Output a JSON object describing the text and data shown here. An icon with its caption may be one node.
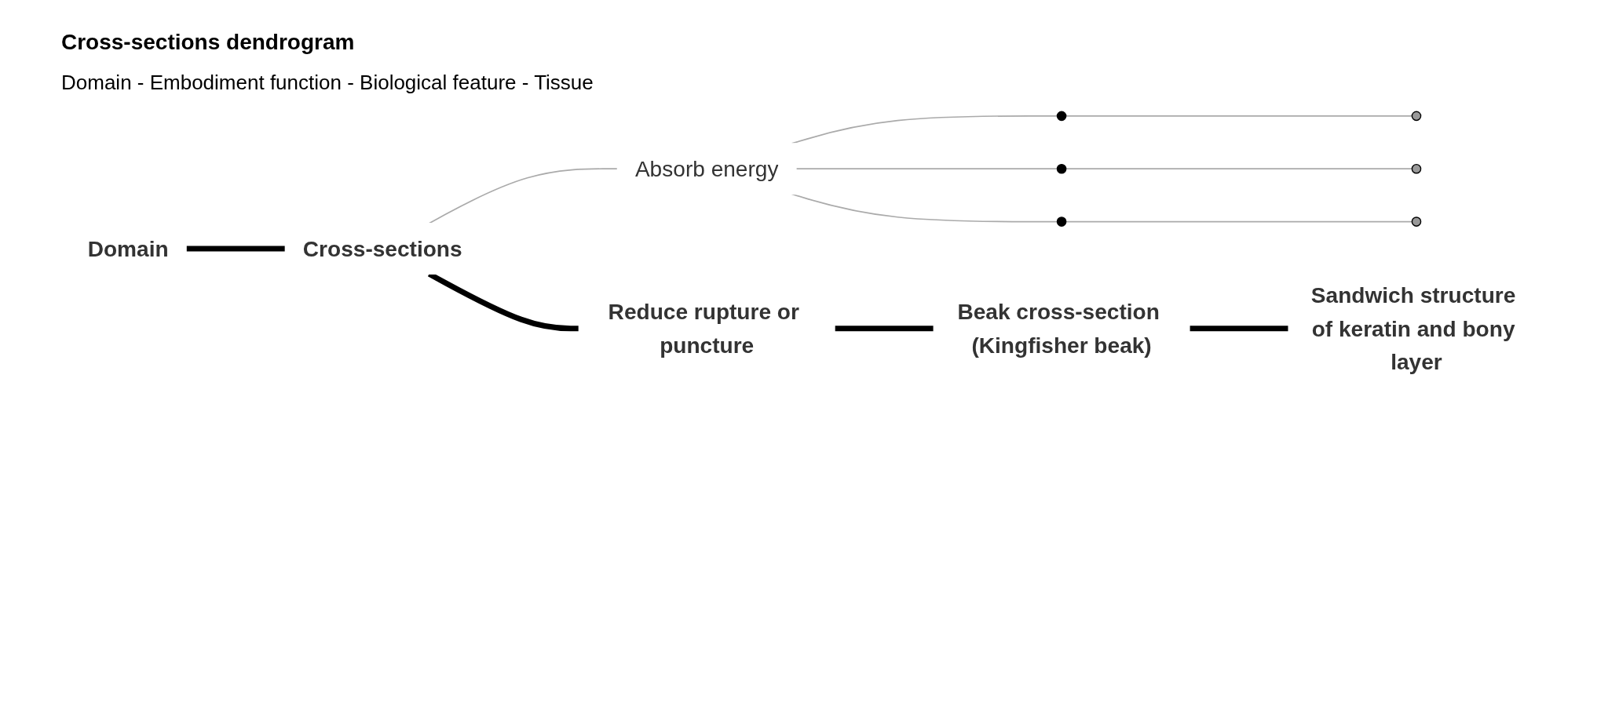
{
  "diagram": {
    "title": "Cross-sections dendrogram",
    "nodes": [
      {
        "text": [
          "Domain"
        ]
      },
      {
        "text": [
          "Cross-sections"
        ]
      },
      {
        "text": [
          "Absorb energy"
        ]
      },
      {
        "text": [],
        "shape": "circle"
      },
      {
        "text": [],
        "shape": "circle"
      },
      {
        "text": [],
        "shape": "circle"
      },
      {
        "text": [],
        "shape": "circle"
      },
      {
        "text": [],
        "shape": "circle"
      },
      {
        "text": [],
        "shape": "circle"
      },
      {
        "text": [
          "Reduce rupture or puncture"
        ]
      },
      {
        "text": [
          "Beak cross-section (Kingfisher beak)"
        ]
      },
      {
        "text": [
          "Sandwich structure of keratin and bony layer"
        ]
      }
    ],
    "edges": [
      {
        "from": 0,
        "to": 1,
        "arrow": "none",
        "style": "thick",
        "color": "#000000"
      },
      {
        "from": 1,
        "to": 2,
        "arrow": "none"
      },
      {
        "from": 1,
        "to": 9,
        "arrow": "none",
        "style": "thick",
        "color": "#000000"
      },
      {
        "from": 2,
        "to": 3,
        "arrow": "none"
      },
      {
        "from": 2,
        "to": 4,
        "arrow": "none"
      },
      {
        "from": 2,
        "to": 5,
        "arrow": "none"
      },
      {
        "from": 3,
        "to": 6,
        "arrow": "none"
      },
      {
        "from": 4,
        "to": 7,
        "arrow": "none"
      },
      {
        "from": 5,
        "to": 8,
        "arrow": "none"
      },
      {
        "from": 9,
        "to": 10,
        "arrow": "none",
        "style": "thick",
        "color": "#000000"
      },
      {
        "from": 10,
        "to": 11,
        "arrow": "none",
        "style": "thick",
        "color": "#000000"
      }
    ],
    "labels": [
      "Domain - Embodiment function - Biological feature - Tissue"
    ]
  }
}
